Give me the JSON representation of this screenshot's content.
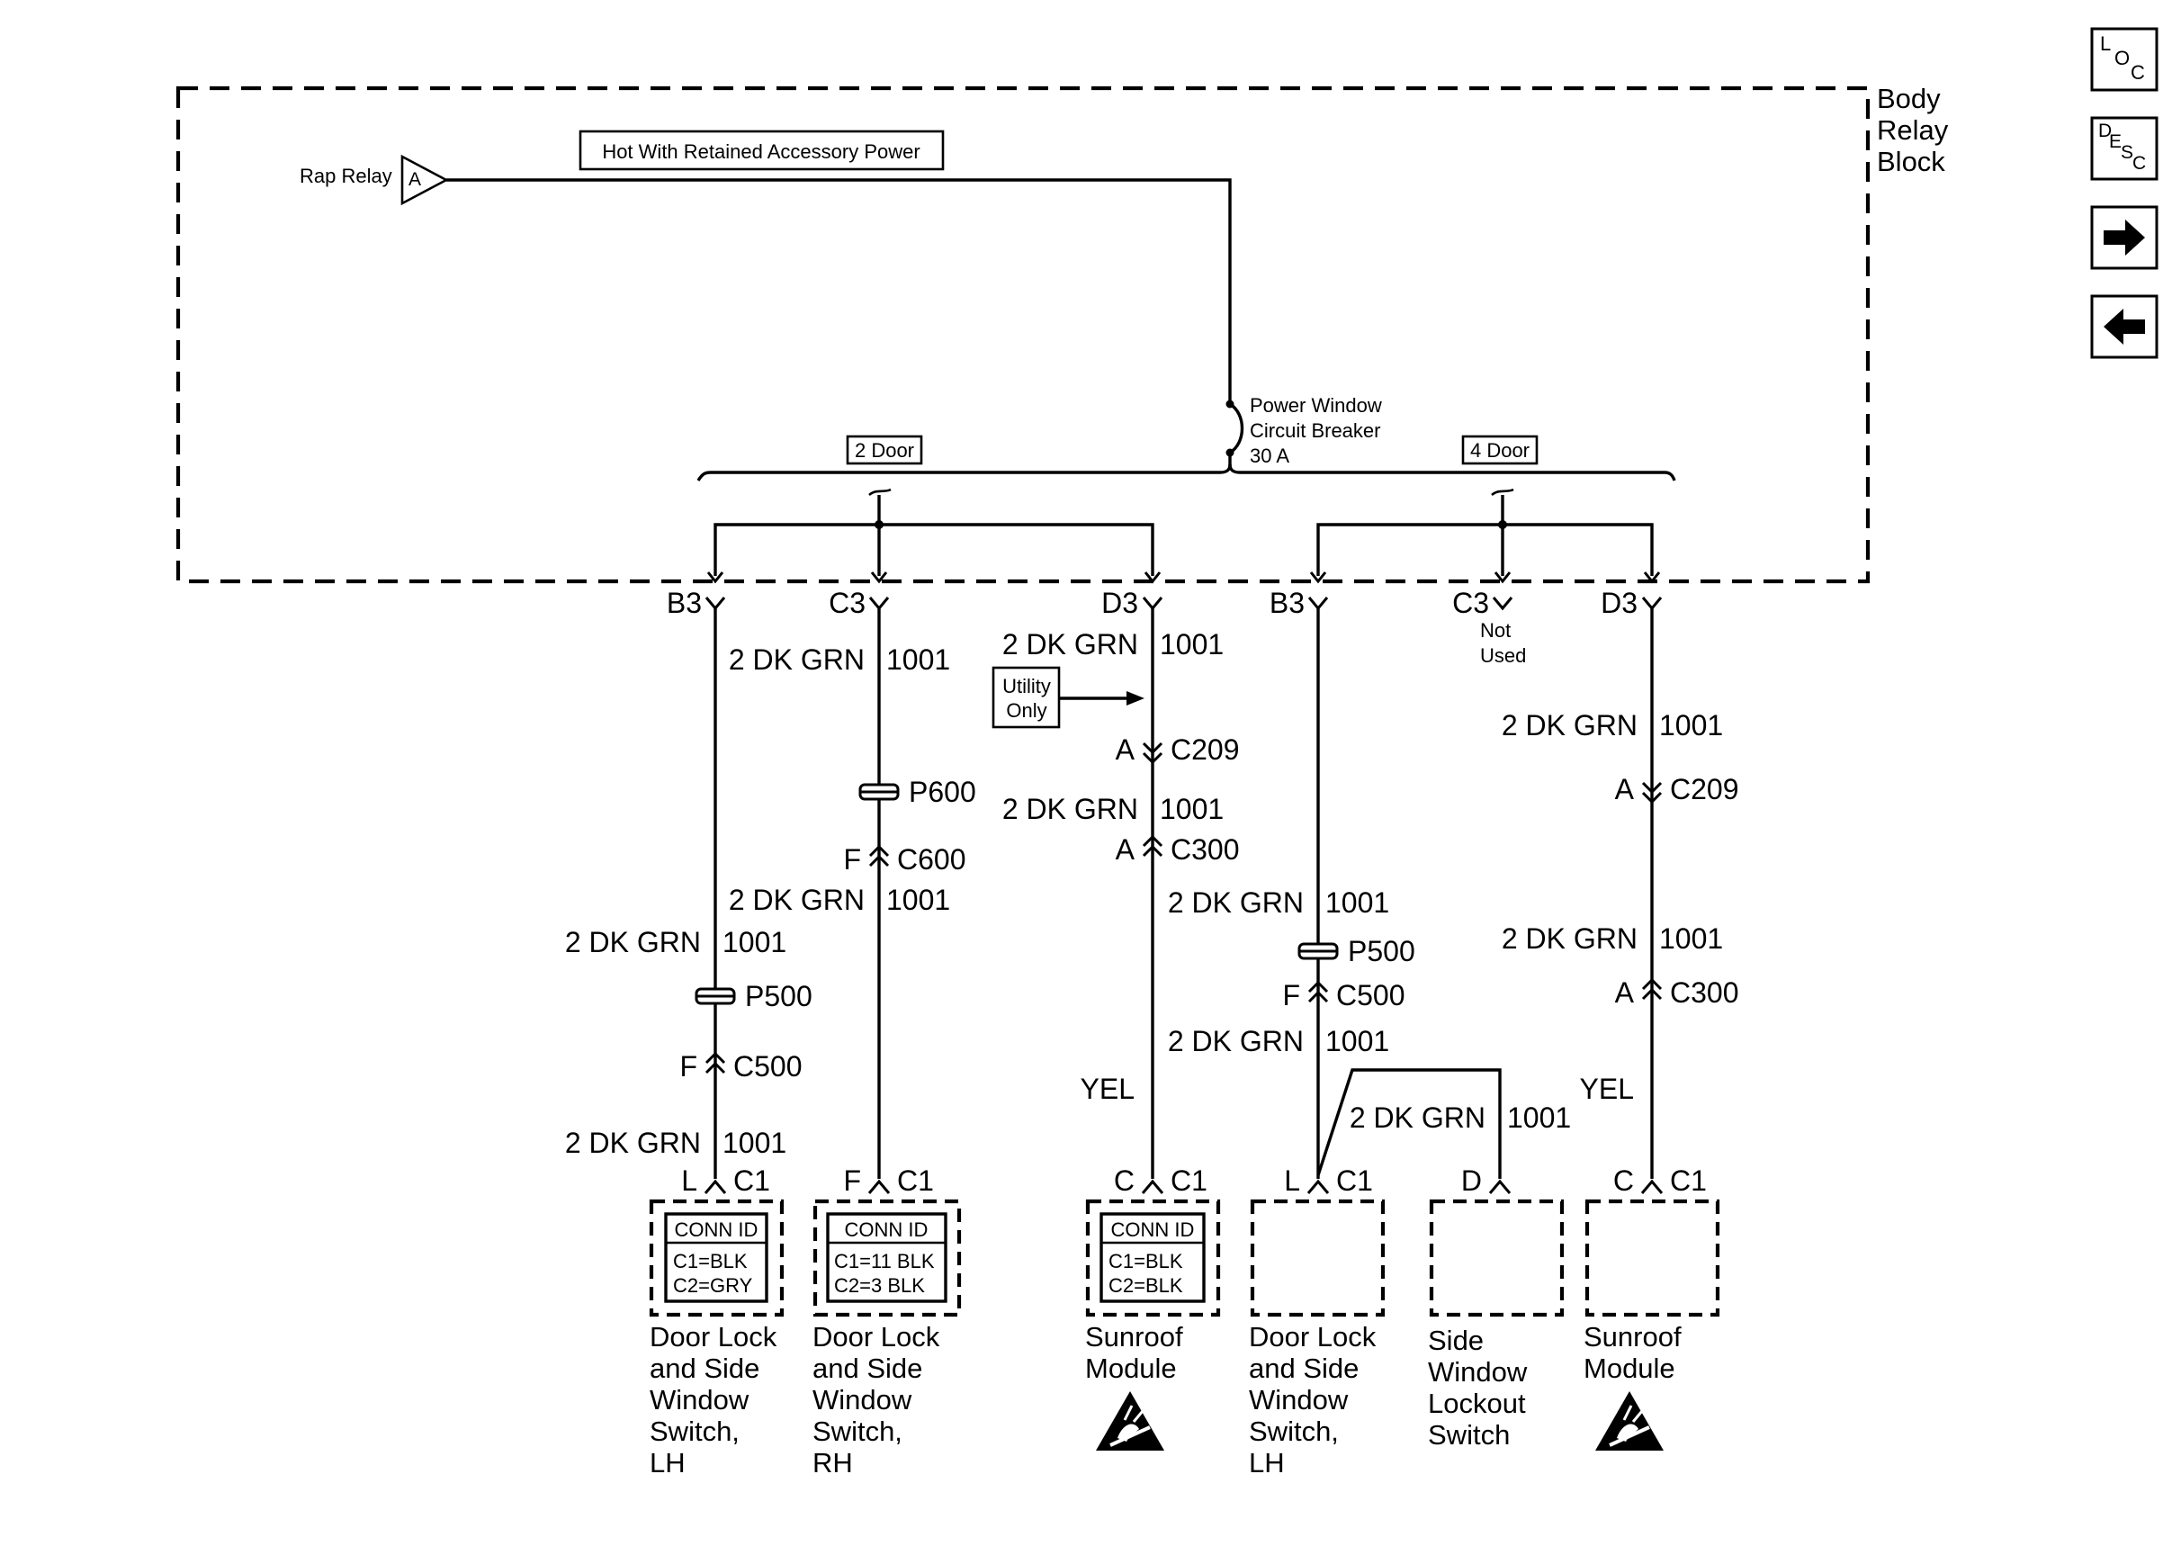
{
  "block": {
    "title_line1": "Body",
    "title_line2": "Relay",
    "title_line3": "Block",
    "rap_relay_label": "Rap Relay",
    "rap_marker": "A",
    "hot_label": "Hot With Retained Accessory Power",
    "breaker_line1": "Power Window",
    "breaker_line2": "Circuit Breaker",
    "breaker_line3": "30 A",
    "option_2door": "2 Door",
    "option_4door": "4 Door"
  },
  "pins": {
    "p1": "B3",
    "p2": "C3",
    "p3": "D3",
    "p4": "B3",
    "p5": "C3",
    "p6": "D3",
    "not_used_1": "Not",
    "not_used_2": "Used"
  },
  "wires": {
    "color": "2 DK GRN",
    "circuit": "1001",
    "yel": "YEL"
  },
  "connectors": {
    "P600": "P600",
    "C600": "C600",
    "F": "F",
    "A": "A",
    "C209": "C209",
    "C300": "C300",
    "P500": "P500",
    "C500": "C500",
    "C1": "C1",
    "L": "L",
    "C": "C",
    "D": "D"
  },
  "utility": {
    "line1": "Utility",
    "line2": "Only"
  },
  "conn_id": {
    "header": "CONN ID",
    "a_line1": "C1=BLK",
    "a_line2": "C2=GRY",
    "b_line1": "C1=11 BLK",
    "b_line2": "C2=3 BLK",
    "c_line1": "C1=BLK",
    "c_line2": "C2=BLK"
  },
  "components": {
    "dl_lh": [
      "Door Lock",
      "and Side",
      "Window",
      "Switch,",
      "LH"
    ],
    "dl_rh": [
      "Door Lock",
      "and Side",
      "Window",
      "Switch,",
      "RH"
    ],
    "sunroof": [
      "Sunroof",
      "Module"
    ],
    "dl_lh4": [
      "Door Lock",
      "and Side",
      "Window",
      "Switch,",
      "LH"
    ],
    "lockout": [
      "Side",
      "Window",
      "Lockout",
      "Switch"
    ],
    "sunroof4": [
      "Sunroof",
      "Module"
    ]
  },
  "nav": {
    "loc_L": "L",
    "loc_O": "O",
    "loc_C": "C",
    "desc_D": "D",
    "desc_E": "E",
    "desc_S": "S",
    "desc_C": "C",
    "next_icon": "arrow-right-icon",
    "prev_icon": "arrow-left-icon"
  }
}
